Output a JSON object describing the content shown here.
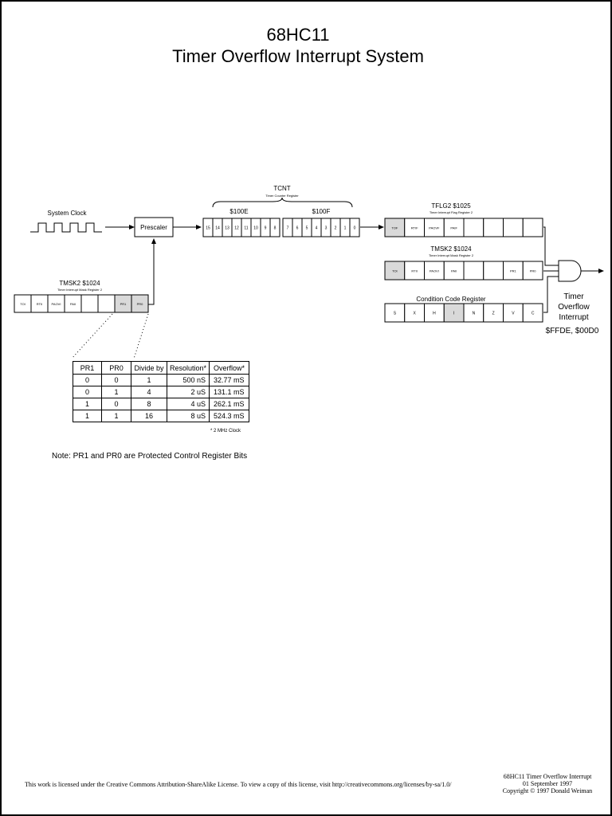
{
  "title": {
    "line1": "68HC11",
    "line2": "Timer Overflow Interrupt System"
  },
  "system_clock": {
    "label": "System Clock"
  },
  "prescaler": {
    "label": "Prescaler"
  },
  "tcnt": {
    "label": "TCNT",
    "sublabel": "Timer Counter Register",
    "high_label": "$100E",
    "low_label": "$100F",
    "high_bits": [
      "15",
      "14",
      "13",
      "12",
      "11",
      "10",
      "9",
      "8"
    ],
    "low_bits": [
      "7",
      "6",
      "5",
      "4",
      "3",
      "2",
      "1",
      "0"
    ]
  },
  "tflg2": {
    "label": "TFLG2  $1025",
    "sublabel": "Timer Interrupt Flag Register 2",
    "bits": [
      "TOF",
      "RTIF",
      "PAOVF",
      "PAIF",
      "",
      "",
      "",
      ""
    ]
  },
  "tmsk2_right": {
    "label": "TMSK2  $1024",
    "sublabel": "Timer Interrupt Mask Register 2",
    "bits": [
      "TOI",
      "RTII",
      "PAOVI",
      "PAII",
      "",
      "",
      "PR1",
      "PR0"
    ]
  },
  "tmsk2_left": {
    "label": "TMSK2  $1024",
    "sublabel": "Timer Interrupt Mask Register 2",
    "bits": [
      "TOI",
      "RTII",
      "PAOVI",
      "PAII",
      "",
      "",
      "PR1",
      "PR0"
    ]
  },
  "ccr": {
    "label": "Condition Code Register",
    "bits": [
      "S",
      "X",
      "H",
      "I",
      "N",
      "Z",
      "V",
      "C"
    ]
  },
  "interrupt": {
    "line1": "Timer",
    "line2": "Overflow",
    "line3": "Interrupt",
    "vector": "$FFDE,  $00D0"
  },
  "prescale_table": {
    "headers": [
      "PR1",
      "PR0",
      "Divide by",
      "Resolution*",
      "Overflow*"
    ],
    "rows": [
      [
        "0",
        "0",
        "1",
        "500 nS",
        "32.77 mS"
      ],
      [
        "0",
        "1",
        "4",
        "2 uS",
        "131.1 mS"
      ],
      [
        "1",
        "0",
        "8",
        "4 uS",
        "262.1 mS"
      ],
      [
        "1",
        "1",
        "16",
        "8 uS",
        "524.3 mS"
      ]
    ],
    "footnote": "* 2 MHz Clock"
  },
  "note": "Note:  PR1 and PR0 are Protected Control Register Bits",
  "license": "This work is licensed under the Creative Commons Attribution-ShareAlike License.  To view a copy of this license, visit  http://creativecommons.org/licenses/by-sa/1.0/",
  "footer": {
    "line1": "68HC11 Timer Overflow Interrupt",
    "line2": "01 September 1997",
    "line3": "Copyright © 1997 Donald Weiman"
  },
  "colors": {
    "highlight_cell": "#d9d9d9",
    "line": "#000000"
  }
}
